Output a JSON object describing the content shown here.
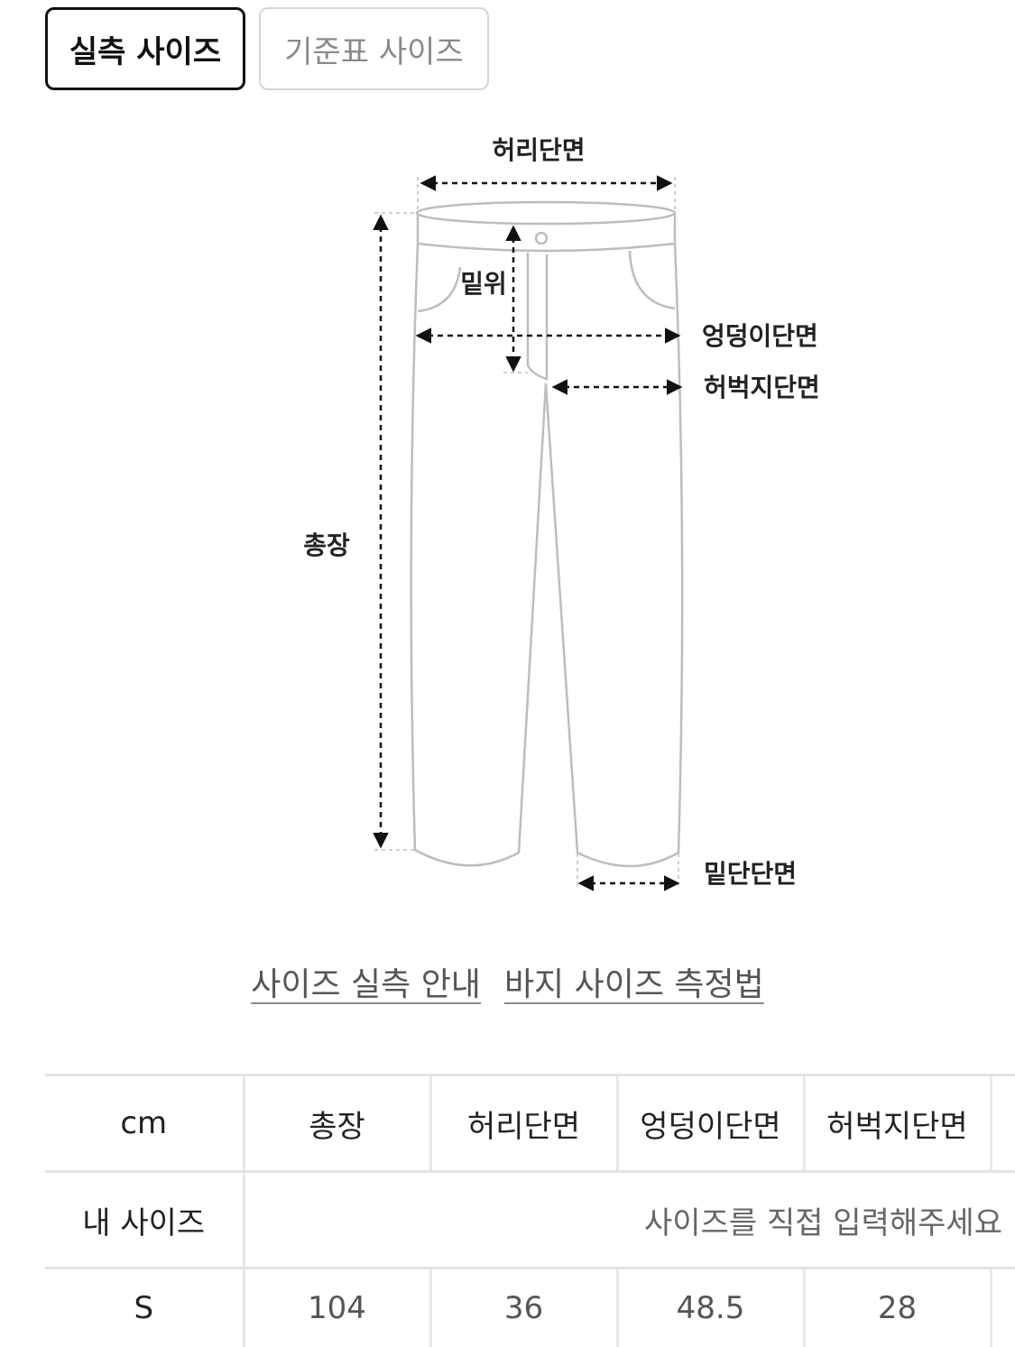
{
  "tabs": {
    "active": "실측 사이즈",
    "inactive": "기준표 사이즈"
  },
  "diagram": {
    "waist": "허리단면",
    "rise": "밑위",
    "hip": "엉덩이단면",
    "thigh": "허벅지단면",
    "length": "총장",
    "hem": "밑단단면"
  },
  "links": {
    "size_guide": "사이즈 실측 안내",
    "measure_guide": "바지 사이즈 측정법"
  },
  "table": {
    "unit": "cm",
    "headers": [
      "총장",
      "허리단면",
      "엉덩이단면",
      "허벅지단면"
    ],
    "my_size": {
      "label": "내 사이즈",
      "placeholder": "사이즈를 직접 입력해주세요"
    },
    "rows": [
      {
        "size": "S",
        "values": [
          "104",
          "36",
          "48.5",
          "28"
        ]
      }
    ]
  }
}
